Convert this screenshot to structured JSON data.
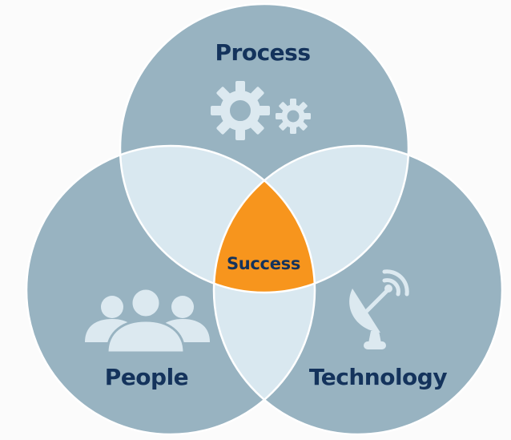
{
  "diagram": {
    "type": "venn",
    "sets": [
      {
        "id": "process",
        "label": "Process",
        "icon": "gears-icon"
      },
      {
        "id": "people",
        "label": "People",
        "icon": "people-group-icon"
      },
      {
        "id": "technology",
        "label": "Technology",
        "icon": "satellite-dish-icon"
      }
    ],
    "center": {
      "label": "Success"
    },
    "colors": {
      "circle": "#98b3c1",
      "overlap": "#d9e8f0",
      "center": "#f7951d",
      "text": "#14335c",
      "icon": "#dce9f0",
      "background": "#fbfbfb"
    }
  }
}
